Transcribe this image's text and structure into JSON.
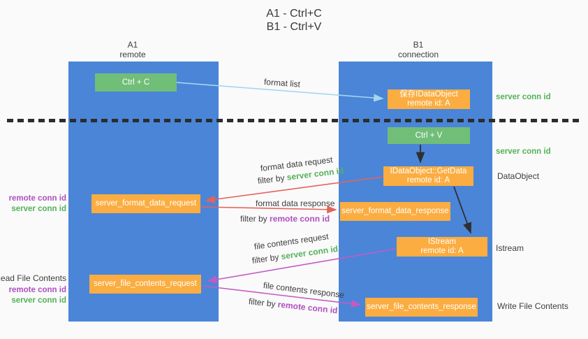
{
  "title": {
    "line1": "A1 - Ctrl+C",
    "line2": "B1 - Ctrl+V"
  },
  "columns": {
    "a1": {
      "name": "A1",
      "role": "remote"
    },
    "b1": {
      "name": "B1",
      "role": "connection"
    }
  },
  "nodes": {
    "ctrl_c": "Ctrl + C",
    "ctrl_v": "Ctrl + V",
    "save_idataobject": {
      "line1": "保存IDataObject",
      "line2": "remote id: A"
    },
    "getdata": {
      "line1": "IDataObject::GetData",
      "line2": "remote id: A"
    },
    "istream": {
      "line1": "IStream",
      "line2": "remote id: A"
    },
    "format_request": "server_format_data_request",
    "format_response": "server_format_data_response",
    "file_request": "server_file_contents_request",
    "file_response": "server_file_contents_response"
  },
  "edge_labels": {
    "format_list": "format list",
    "format_data_request": "format data request",
    "format_data_response": "format data response",
    "file_contents_request": "file contents request",
    "file_contents_response": "file contents response",
    "filter_by": "filter by",
    "server_conn_id": "server conn id",
    "remote_conn_id": "remote conn id"
  },
  "side_labels": {
    "right_server_conn_id_top": "server conn id",
    "right_server_conn_id_mid": "server conn id",
    "dataobject": "DataObject",
    "istream": "Istream",
    "write_file_contents": "Write File Contents",
    "read_file_contents": "Read File Contents",
    "left_remote_conn_id_1": "remote conn id",
    "left_server_conn_id_1": "server conn id",
    "left_remote_conn_id_2": "remote conn id",
    "left_server_conn_id_2": "server conn id"
  },
  "colors": {
    "column_blue": "#4a85d8",
    "node_green": "#71be79",
    "node_orange": "#fbad41",
    "label_green": "#54b158",
    "label_purple": "#ae50c0",
    "arrow_blue": "#a5d6f0",
    "arrow_red": "#e5635b",
    "arrow_magenta": "#c35bc3",
    "arrow_black": "#2f2f2f",
    "background": "#fafafa"
  }
}
